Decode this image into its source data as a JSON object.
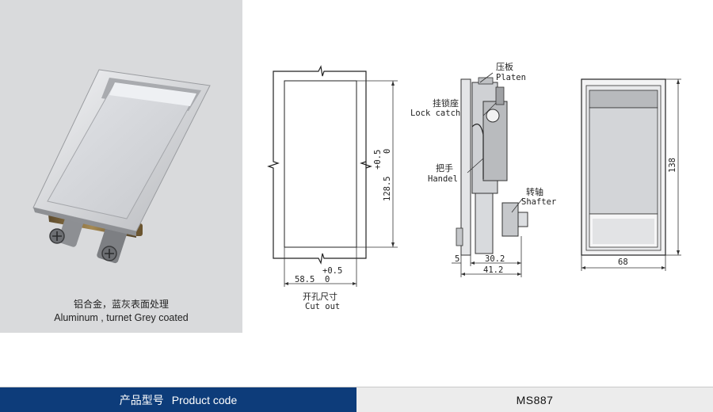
{
  "product_caption": {
    "material_cn": "铝合金，蓝灰表面处理",
    "material_en": "Aluminum , turnet Grey coated"
  },
  "cutout": {
    "tolerance_width": "+0.5",
    "width_value": "58.5",
    "width_lower": "0",
    "tolerance_height": "+0.5",
    "height_lower": "0",
    "height_value": "128.5",
    "label_cn": "开孔尺寸",
    "label_en": "Cut out"
  },
  "side_view": {
    "platen_cn": "压板",
    "platen_en": "Platen",
    "lock_catch_cn": "挂锁座",
    "lock_catch_en": "Lock catch",
    "handle_cn": "把手",
    "handle_en": "Handel",
    "shafter_cn": "转轴",
    "shafter_en": "Shafter",
    "dim_5": "5",
    "dim_30_2": "30.2",
    "dim_41_2": "41.2"
  },
  "front_view": {
    "height": "138",
    "width": "68"
  },
  "footer": {
    "product_code_cn": "产品型号",
    "product_code_en": "Product code",
    "model": "MS887"
  },
  "colors": {
    "footer_bar": "#0d3c7a",
    "photo_background": "#d9dadc"
  }
}
